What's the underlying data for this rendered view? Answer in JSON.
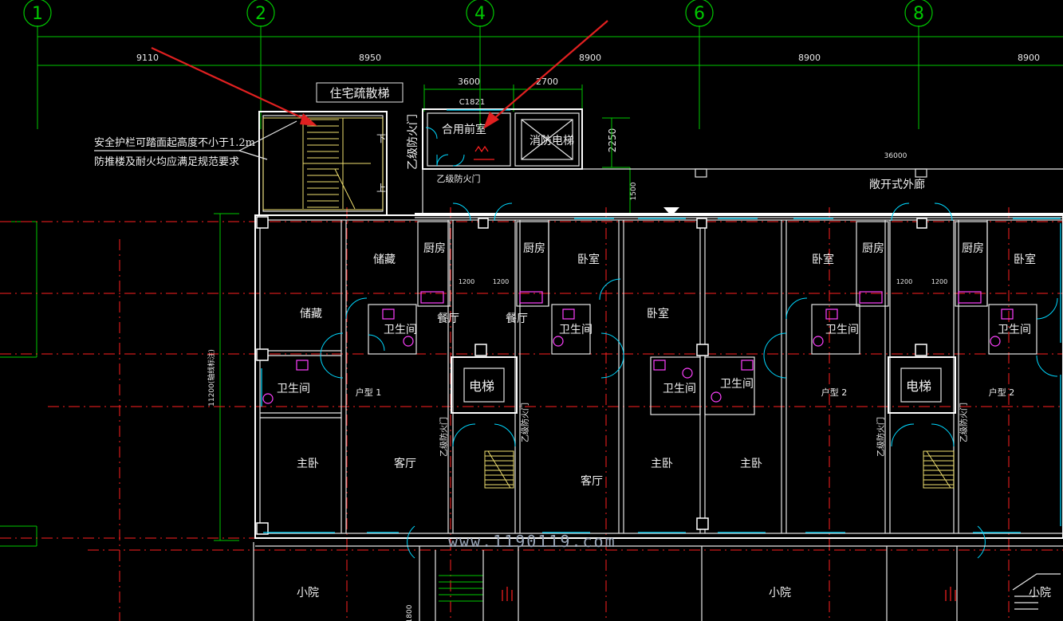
{
  "grid_bubbles": [
    "1",
    "2",
    "4",
    "6",
    "8"
  ],
  "dimensions": {
    "top_bays": [
      "9110",
      "8950",
      "8900",
      "8900",
      "8900"
    ],
    "sub_bays": [
      "3600",
      "2700"
    ],
    "window_tag": "C1821",
    "corridor_length": "36000",
    "height_2250": "2250",
    "small_1500": "1500",
    "inner_1200": "1200",
    "depth_overall": "11200(轴线标注)",
    "bottom_dim": "1800"
  },
  "labels": {
    "stair_title": "住宅疏散梯",
    "fire_door_b": "乙级防火门",
    "shared_anteroom": "合用前室",
    "fire_elevator": "消防电梯",
    "open_corridor": "敞开式外廊",
    "stair_down": "下",
    "stair_up": "上",
    "storage": "储藏",
    "kitchen": "厨房",
    "bedroom": "卧室",
    "dining": "餐厅",
    "bathroom": "卫生间",
    "elevator": "电梯",
    "unit1": "户型 1",
    "unit2": "户型 2",
    "master_bedroom": "主卧",
    "living_room": "客厅",
    "courtyard": "小院"
  },
  "notes": [
    "安全护栏可踏面起高度不小于1.2m",
    "防推楼及耐火均应满足规范要求"
  ],
  "watermark": "www.1190119.com",
  "colors": {
    "background": "#000000",
    "grid": "#00c800",
    "axis": "#ff2020",
    "wall": "#e6e6e6",
    "window": "#00d8ff",
    "stair": "#f0e070",
    "fixture": "#ff40ff",
    "arrow": "#e02020"
  }
}
